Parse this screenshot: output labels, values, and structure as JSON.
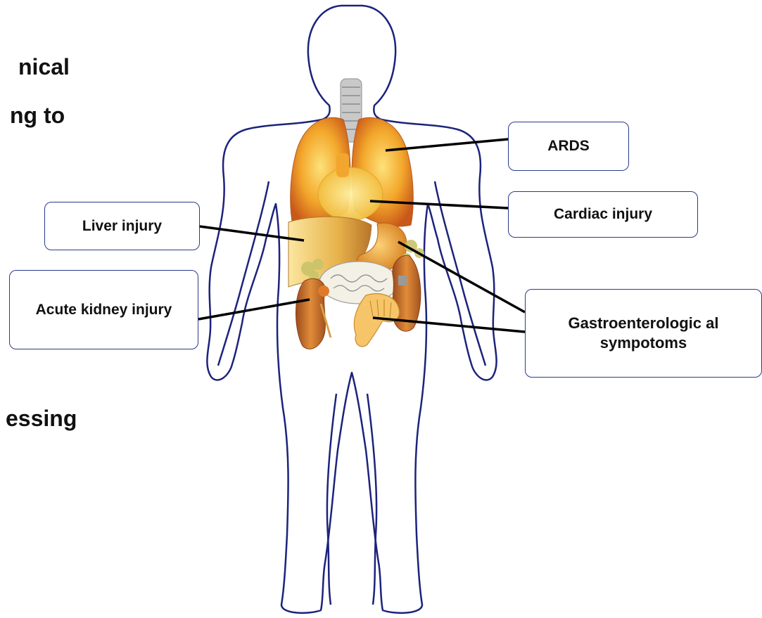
{
  "background_text": {
    "line1": "nical",
    "line2": "ng  to",
    "line3": "essing"
  },
  "callouts": {
    "ards": "ARDS",
    "cardiac": "Cardiac injury",
    "liver": "Liver injury",
    "kidney": "Acute kidney injury",
    "gastro": "Gastroenterologic al sympotoms"
  },
  "colors": {
    "body_outline": "#1c237c",
    "callout_border": "#2b3a8a",
    "leader_line": "#000000",
    "lung": "#e8901c",
    "heart": "#f3c03a",
    "liver": "#d99a3a",
    "kidney": "#c8702a",
    "intestine": "#f6c56a",
    "trachea": "#b9b9b9",
    "fat_tissue": "#c9c46a"
  }
}
